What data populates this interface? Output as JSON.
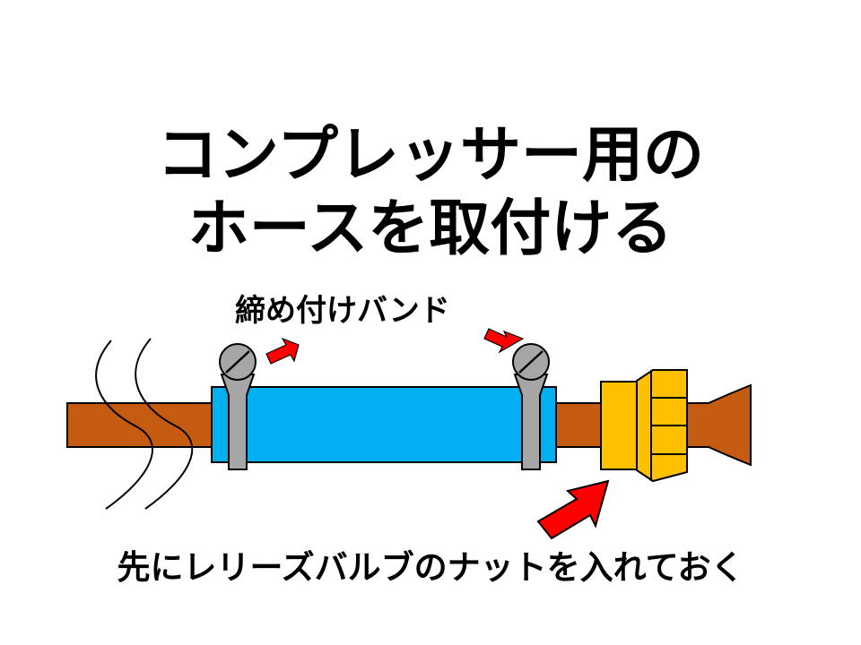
{
  "title": {
    "line1": "コンプレッサー用の",
    "line2": "ホースを取付ける"
  },
  "labels": {
    "clamp_band": "締め付けバンド",
    "instruction": "先にレリーズバルブのナットを入れておく"
  },
  "colors": {
    "pipe": "#c55a11",
    "hose": "#00b0f0",
    "clamp": "#a6a6a6",
    "nut": "#ffc000",
    "arrow": "#ff0000",
    "outline": "#000000"
  },
  "icons": {
    "break_marks": "break-lines-icon",
    "screw": "slotted-screw-icon"
  }
}
